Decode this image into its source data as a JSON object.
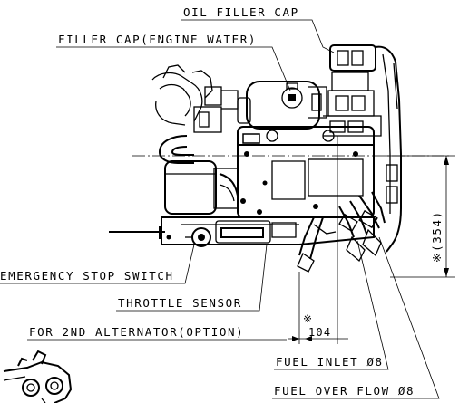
{
  "callouts": {
    "oil_filler_cap": "OIL FILLER CAP",
    "filler_cap_engine_water": "FILLER CAP(ENGINE WATER)",
    "emergency_stop_switch": "EMERGENCY STOP SWITCH",
    "throttle_sensor": "THROTTLE SENSOR",
    "for_2nd_alternator": "FOR 2ND ALTERNATOR(OPTION)",
    "fuel_inlet": "FUEL INLET Ø8",
    "fuel_over_flow": "FUEL OVER FLOW Ø8"
  },
  "dimensions": {
    "height_ref": "※(354)",
    "offset_mark": "※",
    "offset_value": "104"
  }
}
